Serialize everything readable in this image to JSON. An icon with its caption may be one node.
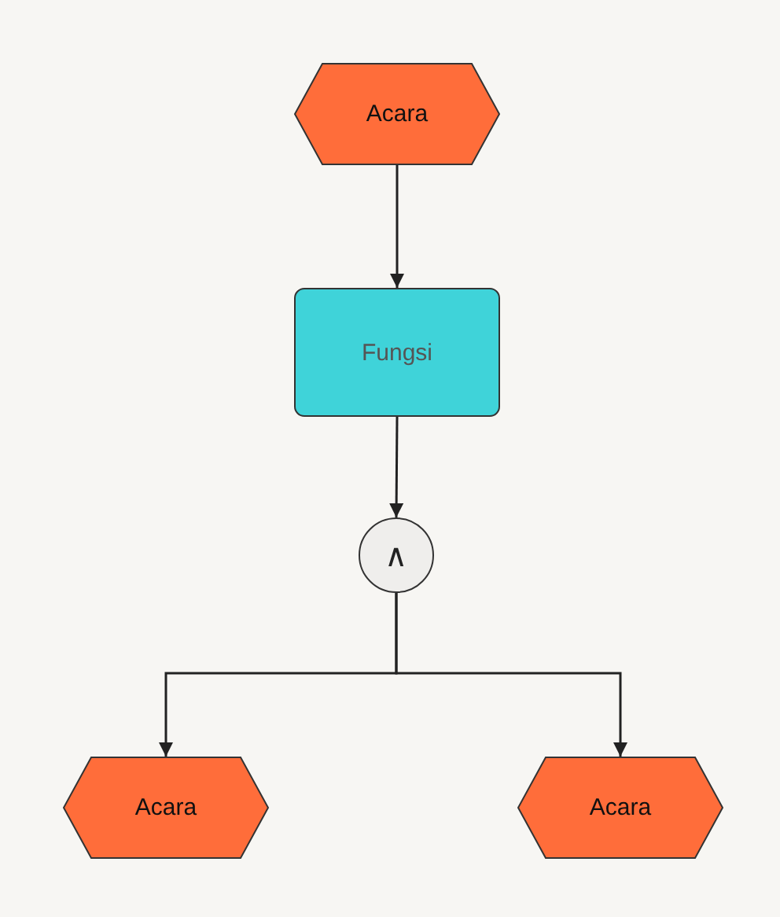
{
  "diagram": {
    "nodes": [
      {
        "text": [
          "Acara"
        ]
      },
      {
        "text": [
          "Fungsi"
        ]
      },
      {
        "text": [
          "∧"
        ]
      },
      {
        "text": [
          "Acara"
        ]
      },
      {
        "text": [
          "Acara"
        ]
      }
    ],
    "edges": [
      {
        "from": 0,
        "to": 1,
        "arrow": "to"
      },
      {
        "from": 1,
        "to": 2,
        "arrow": "to"
      },
      {
        "from": 2,
        "to": 3,
        "arrow": "to"
      },
      {
        "from": 2,
        "to": 4,
        "arrow": "to"
      }
    ]
  }
}
